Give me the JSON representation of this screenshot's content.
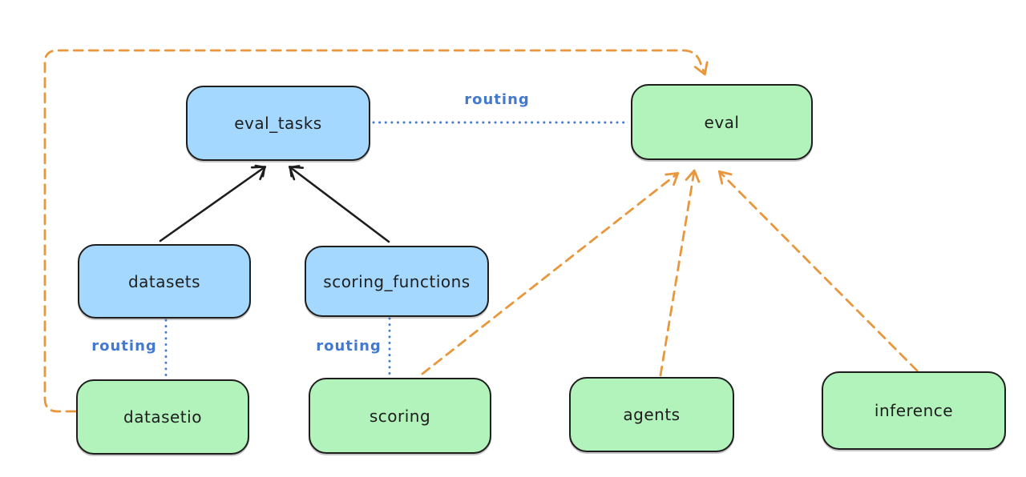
{
  "nodes": [
    {
      "id": "eval_tasks",
      "label": "eval_tasks",
      "variant": "blue"
    },
    {
      "id": "eval",
      "label": "eval",
      "variant": "green"
    },
    {
      "id": "datasets",
      "label": "datasets",
      "variant": "blue"
    },
    {
      "id": "scoring_functions",
      "label": "scoring_functions",
      "variant": "blue"
    },
    {
      "id": "datasetio",
      "label": "datasetio",
      "variant": "green"
    },
    {
      "id": "scoring",
      "label": "scoring",
      "variant": "green"
    },
    {
      "id": "agents",
      "label": "agents",
      "variant": "green"
    },
    {
      "id": "inference",
      "label": "inference",
      "variant": "green"
    }
  ],
  "edges": [
    {
      "from": "datasets",
      "to": "eval_tasks",
      "style": "solid-black-arrow"
    },
    {
      "from": "scoring_functions",
      "to": "eval_tasks",
      "style": "solid-black-arrow"
    },
    {
      "from": "eval_tasks",
      "to": "eval",
      "style": "dotted-blue",
      "label": "routing"
    },
    {
      "from": "datasets",
      "to": "datasetio",
      "style": "dotted-blue",
      "label": "routing"
    },
    {
      "from": "scoring_functions",
      "to": "scoring",
      "style": "dotted-blue",
      "label": "routing"
    },
    {
      "from": "datasetio",
      "to": "eval",
      "style": "dashed-orange-arrow"
    },
    {
      "from": "scoring",
      "to": "eval",
      "style": "dashed-orange-arrow"
    },
    {
      "from": "agents",
      "to": "eval",
      "style": "dashed-orange-arrow"
    },
    {
      "from": "inference",
      "to": "eval",
      "style": "dashed-orange-arrow"
    }
  ],
  "colors": {
    "node_blue_fill": "#a5d8ff",
    "node_green_fill": "#b2f2bb",
    "node_stroke": "#1e1e1e",
    "routing_blue": "#4379cf",
    "arrow_orange": "#e8973c",
    "arrow_black": "#1e1e1e",
    "background": "#ffffff"
  }
}
